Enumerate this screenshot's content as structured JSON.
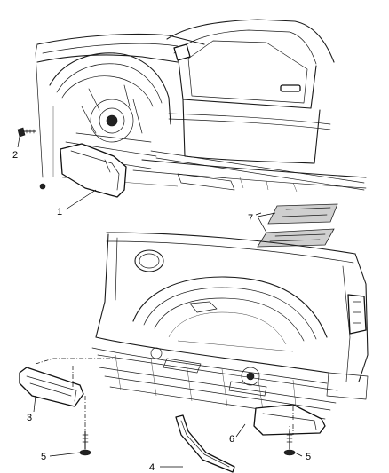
{
  "callouts": {
    "c1": "1",
    "c2": "2",
    "c3": "3",
    "c4": "4",
    "c5a": "5",
    "c5b": "5",
    "c6": "6",
    "c7": "7"
  }
}
